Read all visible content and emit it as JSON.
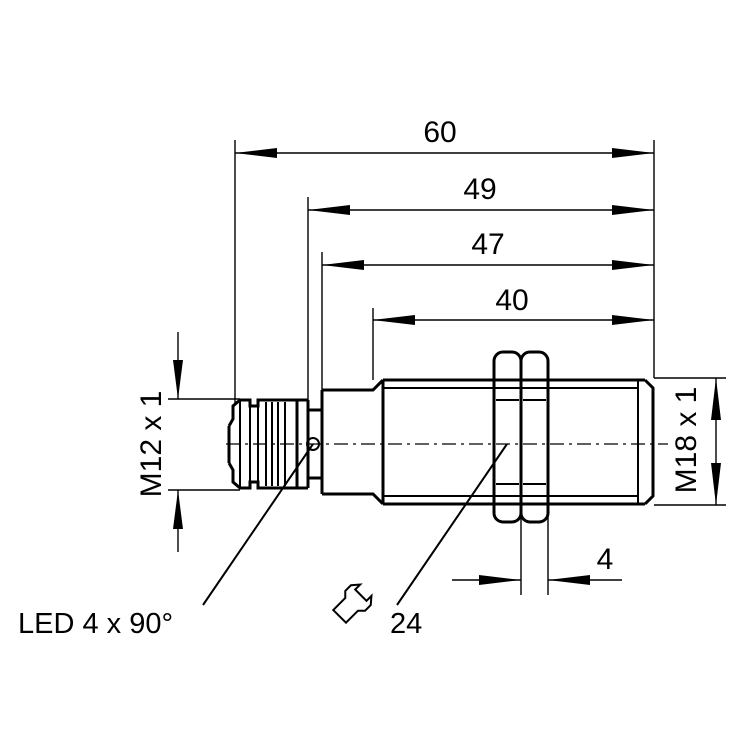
{
  "dimensions": {
    "overall_length": "60",
    "length_49": "49",
    "length_47": "47",
    "thread_length": "40",
    "nut_thickness": "4",
    "connector_thread": "M12 x 1",
    "housing_thread": "M18 x 1"
  },
  "labels": {
    "led": "LED 4 x 90°",
    "wrench_size": "24"
  },
  "icons": {
    "wrench": "wrench-icon"
  }
}
